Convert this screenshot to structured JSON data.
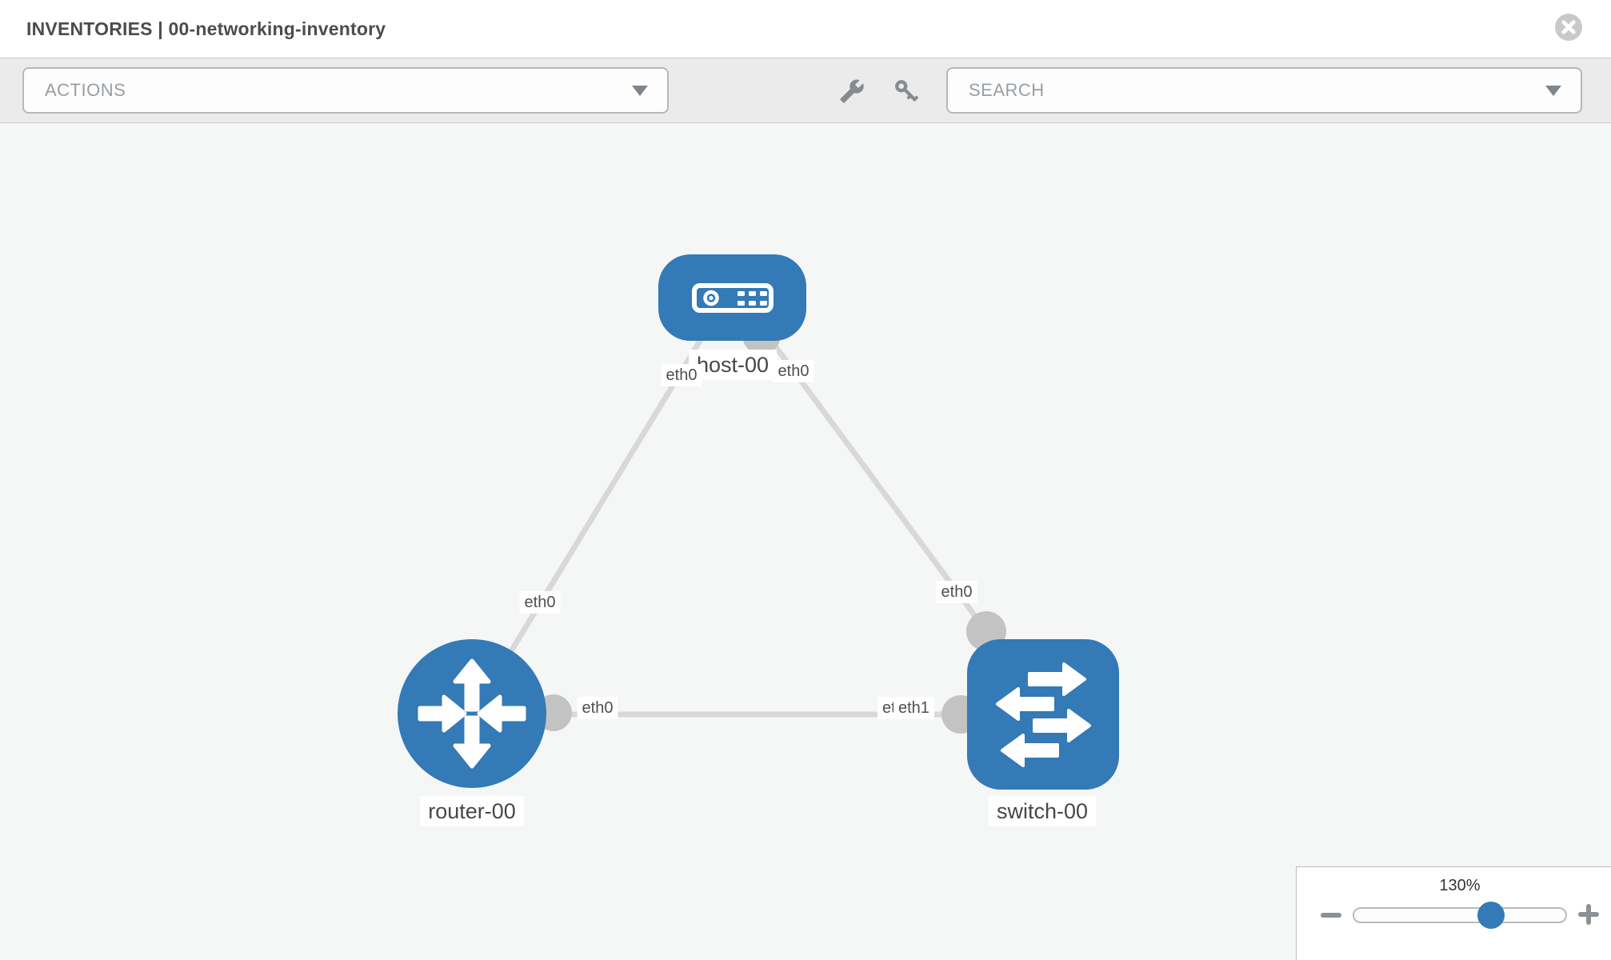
{
  "header": {
    "title": "INVENTORIES | 00-networking-inventory"
  },
  "toolbar": {
    "actions_dropdown": {
      "value": "ACTIONS"
    },
    "search_dropdown": {
      "placeholder": "SEARCH"
    }
  },
  "icons": {
    "close": "close-circle-icon",
    "wrench": "wrench-icon",
    "key": "key-icon",
    "actions_caret": "caret-down-icon",
    "search_caret": "caret-down-icon",
    "zoom_out": "minus-icon",
    "zoom_in": "plus-icon"
  },
  "topology": {
    "nodes": {
      "host": {
        "label": "host-00",
        "type": "host"
      },
      "router": {
        "label": "router-00",
        "type": "router"
      },
      "switch": {
        "label": "switch-00",
        "type": "switch"
      }
    },
    "interfaces": {
      "host_to_router": "eth0",
      "host_to_switch": "eth0",
      "router_to_host": "eth0",
      "router_to_switch": "eth0",
      "switch_to_host": "eth0",
      "switch_to_router": "eth1",
      "switch_to_router_under": "eth0"
    },
    "links": [
      {
        "source": "host-00",
        "source_interface": "eth0",
        "target": "router-00",
        "target_interface": "eth0"
      },
      {
        "source": "host-00",
        "source_interface": "eth0",
        "target": "switch-00",
        "target_interface": "eth0"
      },
      {
        "source": "router-00",
        "source_interface": "eth0",
        "target": "switch-00",
        "target_interface": "eth1"
      }
    ]
  },
  "zoom_control": {
    "percent": "130%"
  },
  "colors": {
    "node_blue": "#337ab7",
    "link_gray": "#d8d8d8",
    "interface_gray": "#c3c3c3",
    "canvas_bg": "#f5f6f6",
    "toolbar_bg": "#ebebeb"
  }
}
